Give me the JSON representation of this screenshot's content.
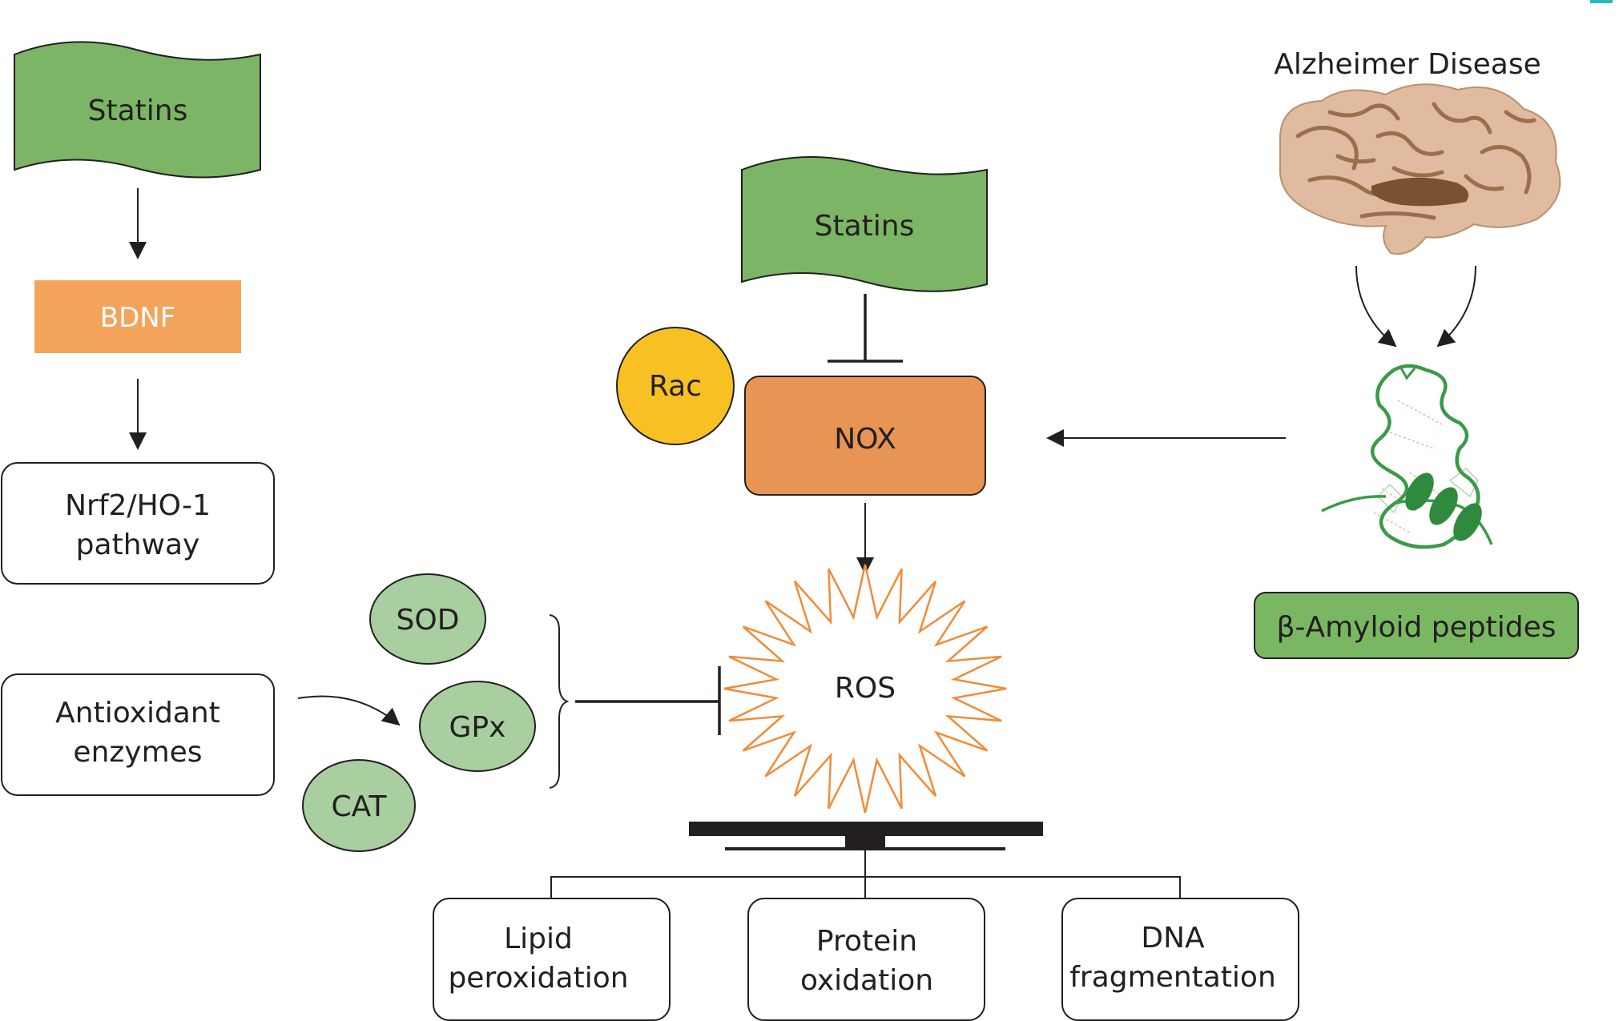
{
  "left_column": {
    "statins": "Statins",
    "bdnf": "BDNF",
    "nrf2": [
      "Nrf2/HO-1",
      "pathway"
    ],
    "antioxidant": [
      "Antioxidant",
      "enzymes"
    ]
  },
  "enzymes": {
    "sod": "SOD",
    "gpx": "GPx",
    "cat": "CAT"
  },
  "center": {
    "statins": "Statins",
    "rac": "Rac",
    "nox": "NOX",
    "ros": "ROS"
  },
  "right": {
    "title": "Alzheimer Disease",
    "amyloid": "β-Amyloid peptides"
  },
  "outcomes": {
    "lipid": [
      "Lipid",
      "peroxidation"
    ],
    "protein": [
      "Protein",
      "oxidation"
    ],
    "dna": [
      "DNA",
      "fragmentation"
    ]
  },
  "colors": {
    "green_banner": "#7cb565",
    "bdnf_orange": "#f4a35a",
    "nox_orange": "#e89454",
    "rac_yellow": "#f7c124",
    "enzyme_green": "#a9cea0",
    "ros_stroke": "#f08b38",
    "amyloid_green": "#7ab763"
  }
}
